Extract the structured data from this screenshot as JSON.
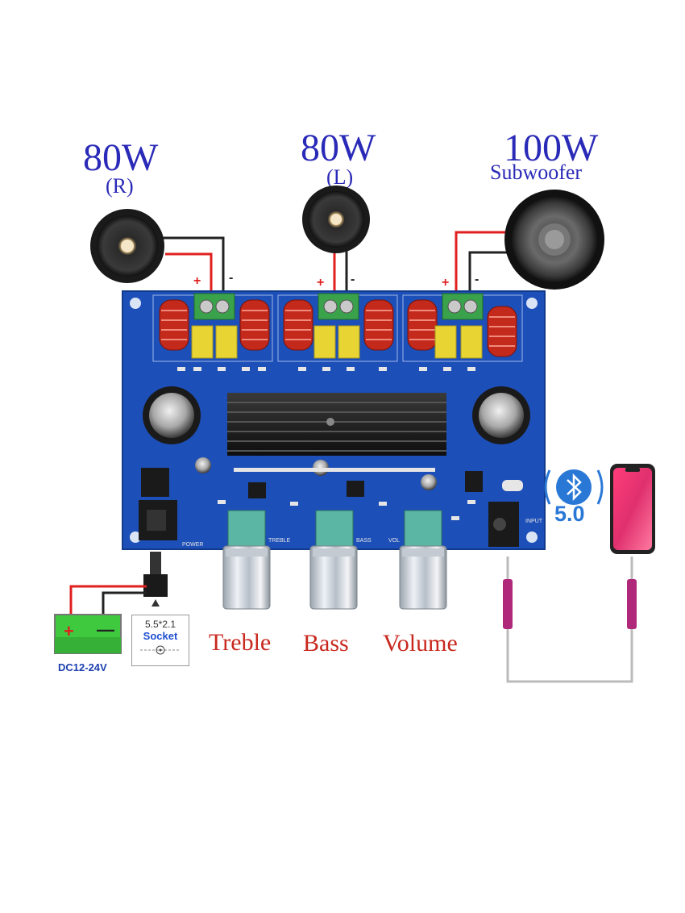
{
  "speakers": [
    {
      "power": "80W",
      "sub": "(R)"
    },
    {
      "power": "80W",
      "sub": "(L)"
    },
    {
      "power": "100W",
      "sub": "Subwoofer"
    }
  ],
  "polarity": {
    "plus": "+",
    "minus": "-"
  },
  "knobs": [
    "Treble",
    "Bass",
    "Volume"
  ],
  "bluetooth": {
    "version": "5.0"
  },
  "power": {
    "battery_label": "DC12-24V",
    "plus": "+",
    "minus": "—",
    "socket_size": "5.5*2.1",
    "socket_label": "Socket"
  },
  "pcb_labels": {
    "power": "POWER",
    "treble": "TREBLE",
    "bass": "BASS",
    "vol": "VOL",
    "input": "INPUT"
  },
  "colors": {
    "title_blue": "#2a2ab8",
    "label_red": "#c8281e",
    "pcb_blue": "#1d4fb8",
    "bt_blue": "#2a78d6",
    "cable_magenta": "#b0287a"
  }
}
